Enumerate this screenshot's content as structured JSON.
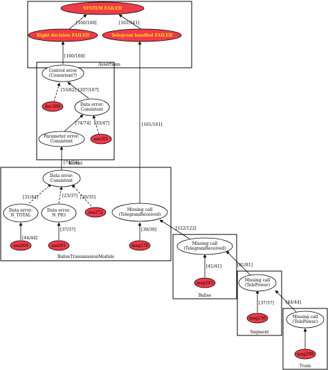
{
  "clusters": {
    "assertions": "Assertions",
    "kernel": "Kernel",
    "balise_tm": "BaliseTransmissionModule",
    "balise": "Balise",
    "segment": "Segment",
    "train": "Train"
  },
  "nodes": {
    "system_failed": "SYSTEM FAILED",
    "right_decision_failed": "Right decision FAILED",
    "telegram_handled_failed": "Telegram handled FAILED",
    "control_error": [
      "Control error",
      "(Consistent?)"
    ],
    "dec309": "dec309",
    "kernel_data_error": [
      "Data error:",
      "Consistent"
    ],
    "param_error": [
      "Parameter error:",
      "Consistent"
    ],
    "ass301": "ass301",
    "btm_data_error": [
      "Data error:",
      "Consistent"
    ],
    "ntotal_error": [
      "Data error:",
      "N_TOTAL"
    ],
    "npio_error": [
      "Data error:",
      "N_PIO"
    ],
    "ass272": "ass272",
    "missing_call_btm": [
      "Missing call",
      "(TelegramReceived)"
    ],
    "ass264": "ass264",
    "ass261": "ass261",
    "msg278": "msg278",
    "missing_call_balise": [
      "Missing call",
      "(TelegramReceived)"
    ],
    "msg245": "msg245",
    "missing_call_segment": [
      "Missing call",
      "(TelePower)"
    ],
    "msg236": "msg236",
    "missing_call_train": [
      "Missing call",
      "(TelePower)"
    ],
    "msg208": "msg208"
  },
  "edges": {
    "e_rd_sys": "[160/160]",
    "e_th_sys": "[161/161]",
    "e_ce_rd": "[160/160]",
    "e_dec_ce": "[53/62]",
    "e_kde_ce": "[107/107]",
    "e_pe_kde": "[74/74]",
    "e_ass301_kde": "[33/47]",
    "e_btm_pe": "[74/74]",
    "e_ntotal_btm": "[31/44]",
    "e_npio_btm": "[23/37]",
    "e_ass272_btm": "[20/35]",
    "e_ass264_ntotal": "[44/44]",
    "e_ass261_npio": "[37/37]",
    "e_msg278_mc": "[39/39]",
    "e_mc_th": "[161/161]",
    "e_balise_mc": "[122/122]",
    "e_msg245_balise": "[41/41]",
    "e_segment_balise": "[81/81]",
    "e_msg236_segment": "[37/37]",
    "e_train_segment": "[44/44]"
  }
}
